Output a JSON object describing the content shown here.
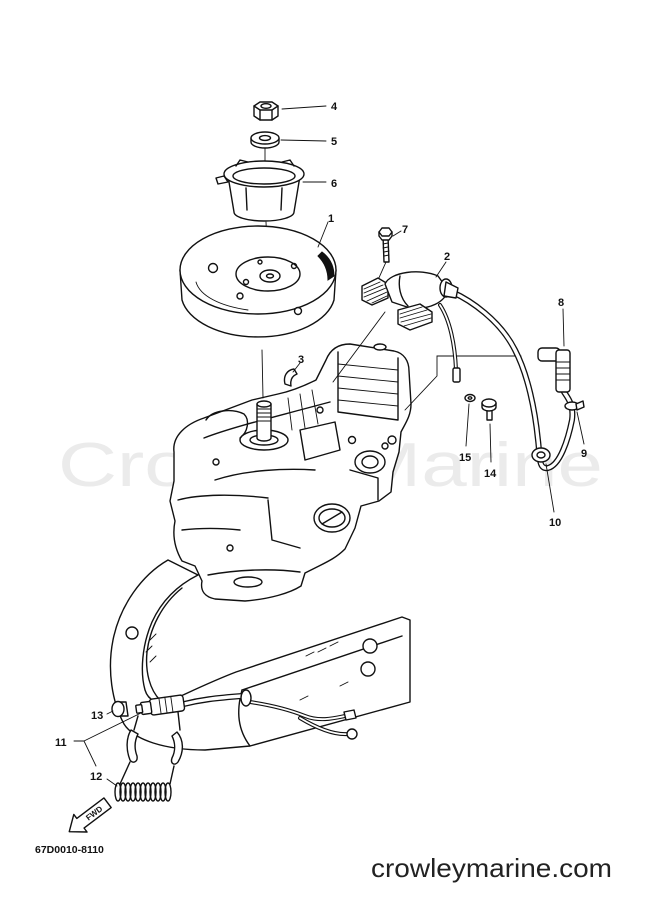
{
  "diagram": {
    "callouts": [
      "1",
      "2",
      "3",
      "4",
      "5",
      "6",
      "7",
      "8",
      "9",
      "10",
      "11",
      "12",
      "13",
      "14",
      "15"
    ],
    "direction_label": "FWD",
    "drawing_code": "67D0010-8110",
    "watermark": "CrowleyMarine",
    "footer": "crowleymarine.com"
  }
}
